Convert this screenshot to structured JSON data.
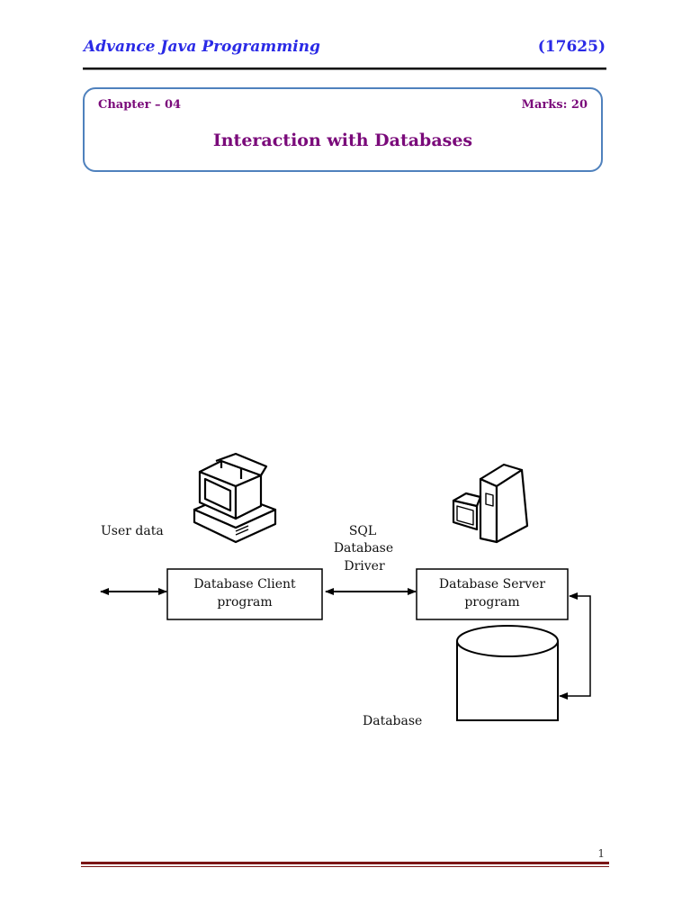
{
  "header": {
    "course_title": "Advance Java Programming",
    "course_code": "(17625)"
  },
  "chapter": {
    "label": "Chapter – 04",
    "marks": "Marks: 20",
    "title": "Interaction with Databases"
  },
  "diagram": {
    "user_data_label": "User data",
    "driver_label_lines": [
      "SQL",
      "Database",
      "Driver"
    ],
    "client_box_lines": [
      "Database Client",
      "program"
    ],
    "server_box_lines": [
      "Database Server",
      "program"
    ],
    "database_label": "Database",
    "icons": [
      "desktop-computer-icon",
      "server-tower-icon",
      "database-cylinder-icon"
    ]
  },
  "footer": {
    "page_number": "1"
  },
  "colors": {
    "header_text": "#2a2ae6",
    "chapter_text": "#7a0a7a",
    "box_border": "#4f81bd",
    "footer_rule": "#7b1515"
  }
}
